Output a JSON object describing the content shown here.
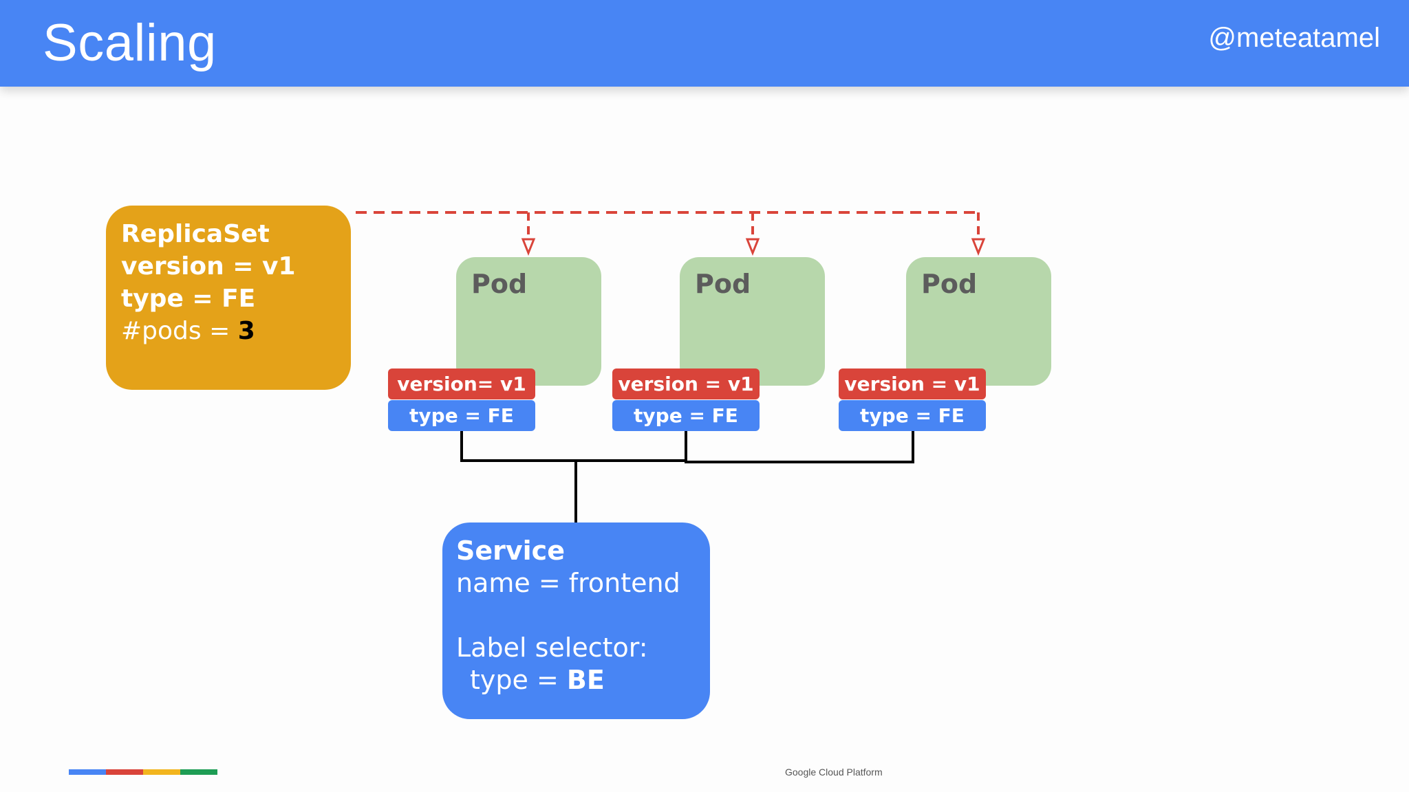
{
  "header": {
    "title": "Scaling",
    "handle": "@meteatamel"
  },
  "replicaset": {
    "title": "ReplicaSet",
    "line1": "version = v1",
    "line2": "type = FE",
    "pods_key": "#pods = ",
    "pods_value": "3"
  },
  "pods": [
    {
      "title": "Pod",
      "version_label": "version= v1",
      "type_label": "type = FE"
    },
    {
      "title": "Pod",
      "version_label": "version = v1",
      "type_label": "type = FE"
    },
    {
      "title": "Pod",
      "version_label": "version = v1",
      "type_label": "type = FE"
    }
  ],
  "service": {
    "title": "Service",
    "name_line": "name = frontend",
    "selector_heading": "Label selector:",
    "selector_key": "type = ",
    "selector_value": "BE"
  },
  "footer": {
    "text": "Google Cloud Platform",
    "brand_colors": [
      "#4885f4",
      "#d9443a",
      "#f2b51e",
      "#1e9d55"
    ]
  },
  "colors": {
    "header": "#4885f4",
    "replicaset": "#e4a219",
    "pod": "#b7d7ab",
    "version_label": "#d9443a",
    "type_label": "#4885f4",
    "service": "#4885f4",
    "dashed_arrow": "#d9443a"
  }
}
